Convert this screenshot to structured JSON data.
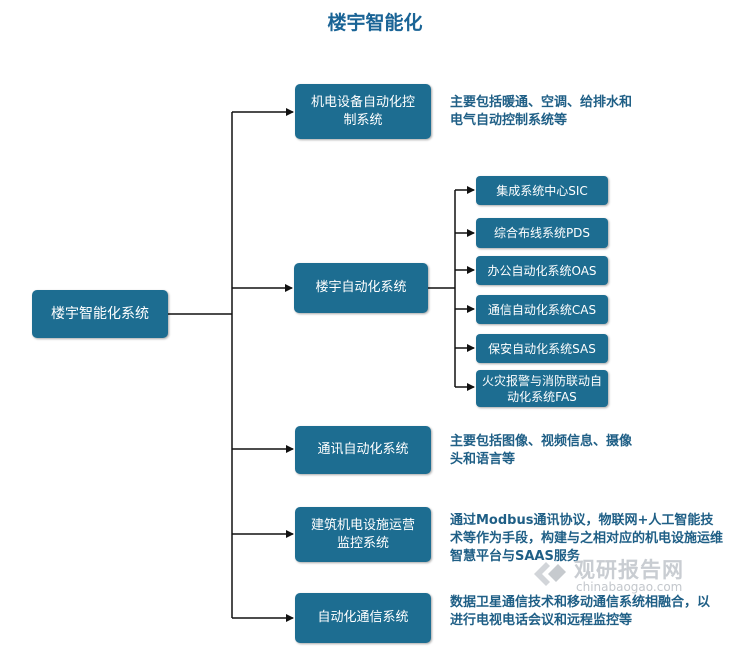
{
  "title": "楼宇智能化",
  "root": "楼宇智能化系统",
  "branches": [
    {
      "label": "机电设备自动化控制系统",
      "desc": "主要包括暖通、空调、给排水和电气自动控制系统等"
    },
    {
      "label": "楼宇自动化系统"
    },
    {
      "label": "通讯自动化系统",
      "desc": "主要包括图像、视频信息、摄像头和语言等"
    },
    {
      "label": "建筑机电设施运营监控系统",
      "desc": "通过Modbus通讯协议，物联网+人工智能技术等作为手段，构建与之相对应的机电设施运维智慧平台与SAAS服务"
    },
    {
      "label": "自动化通信系统",
      "desc": "数据卫星通信技术和移动通信系统相融合，以进行电视电话会议和远程监控等"
    }
  ],
  "subsystems": [
    "集成系统中心SIC",
    "综合布线系统PDS",
    "办公自动化系统OAS",
    "通信自动化系统CAS",
    "保安自动化系统SAS",
    "火灾报警与消防联动自动化系统FAS"
  ],
  "watermark": {
    "text": "观研报告网",
    "url": "chinabaogao.com"
  },
  "colors": {
    "box": "#1d6d91",
    "desc_text": "#1f5f86",
    "title": "#1a6496"
  }
}
